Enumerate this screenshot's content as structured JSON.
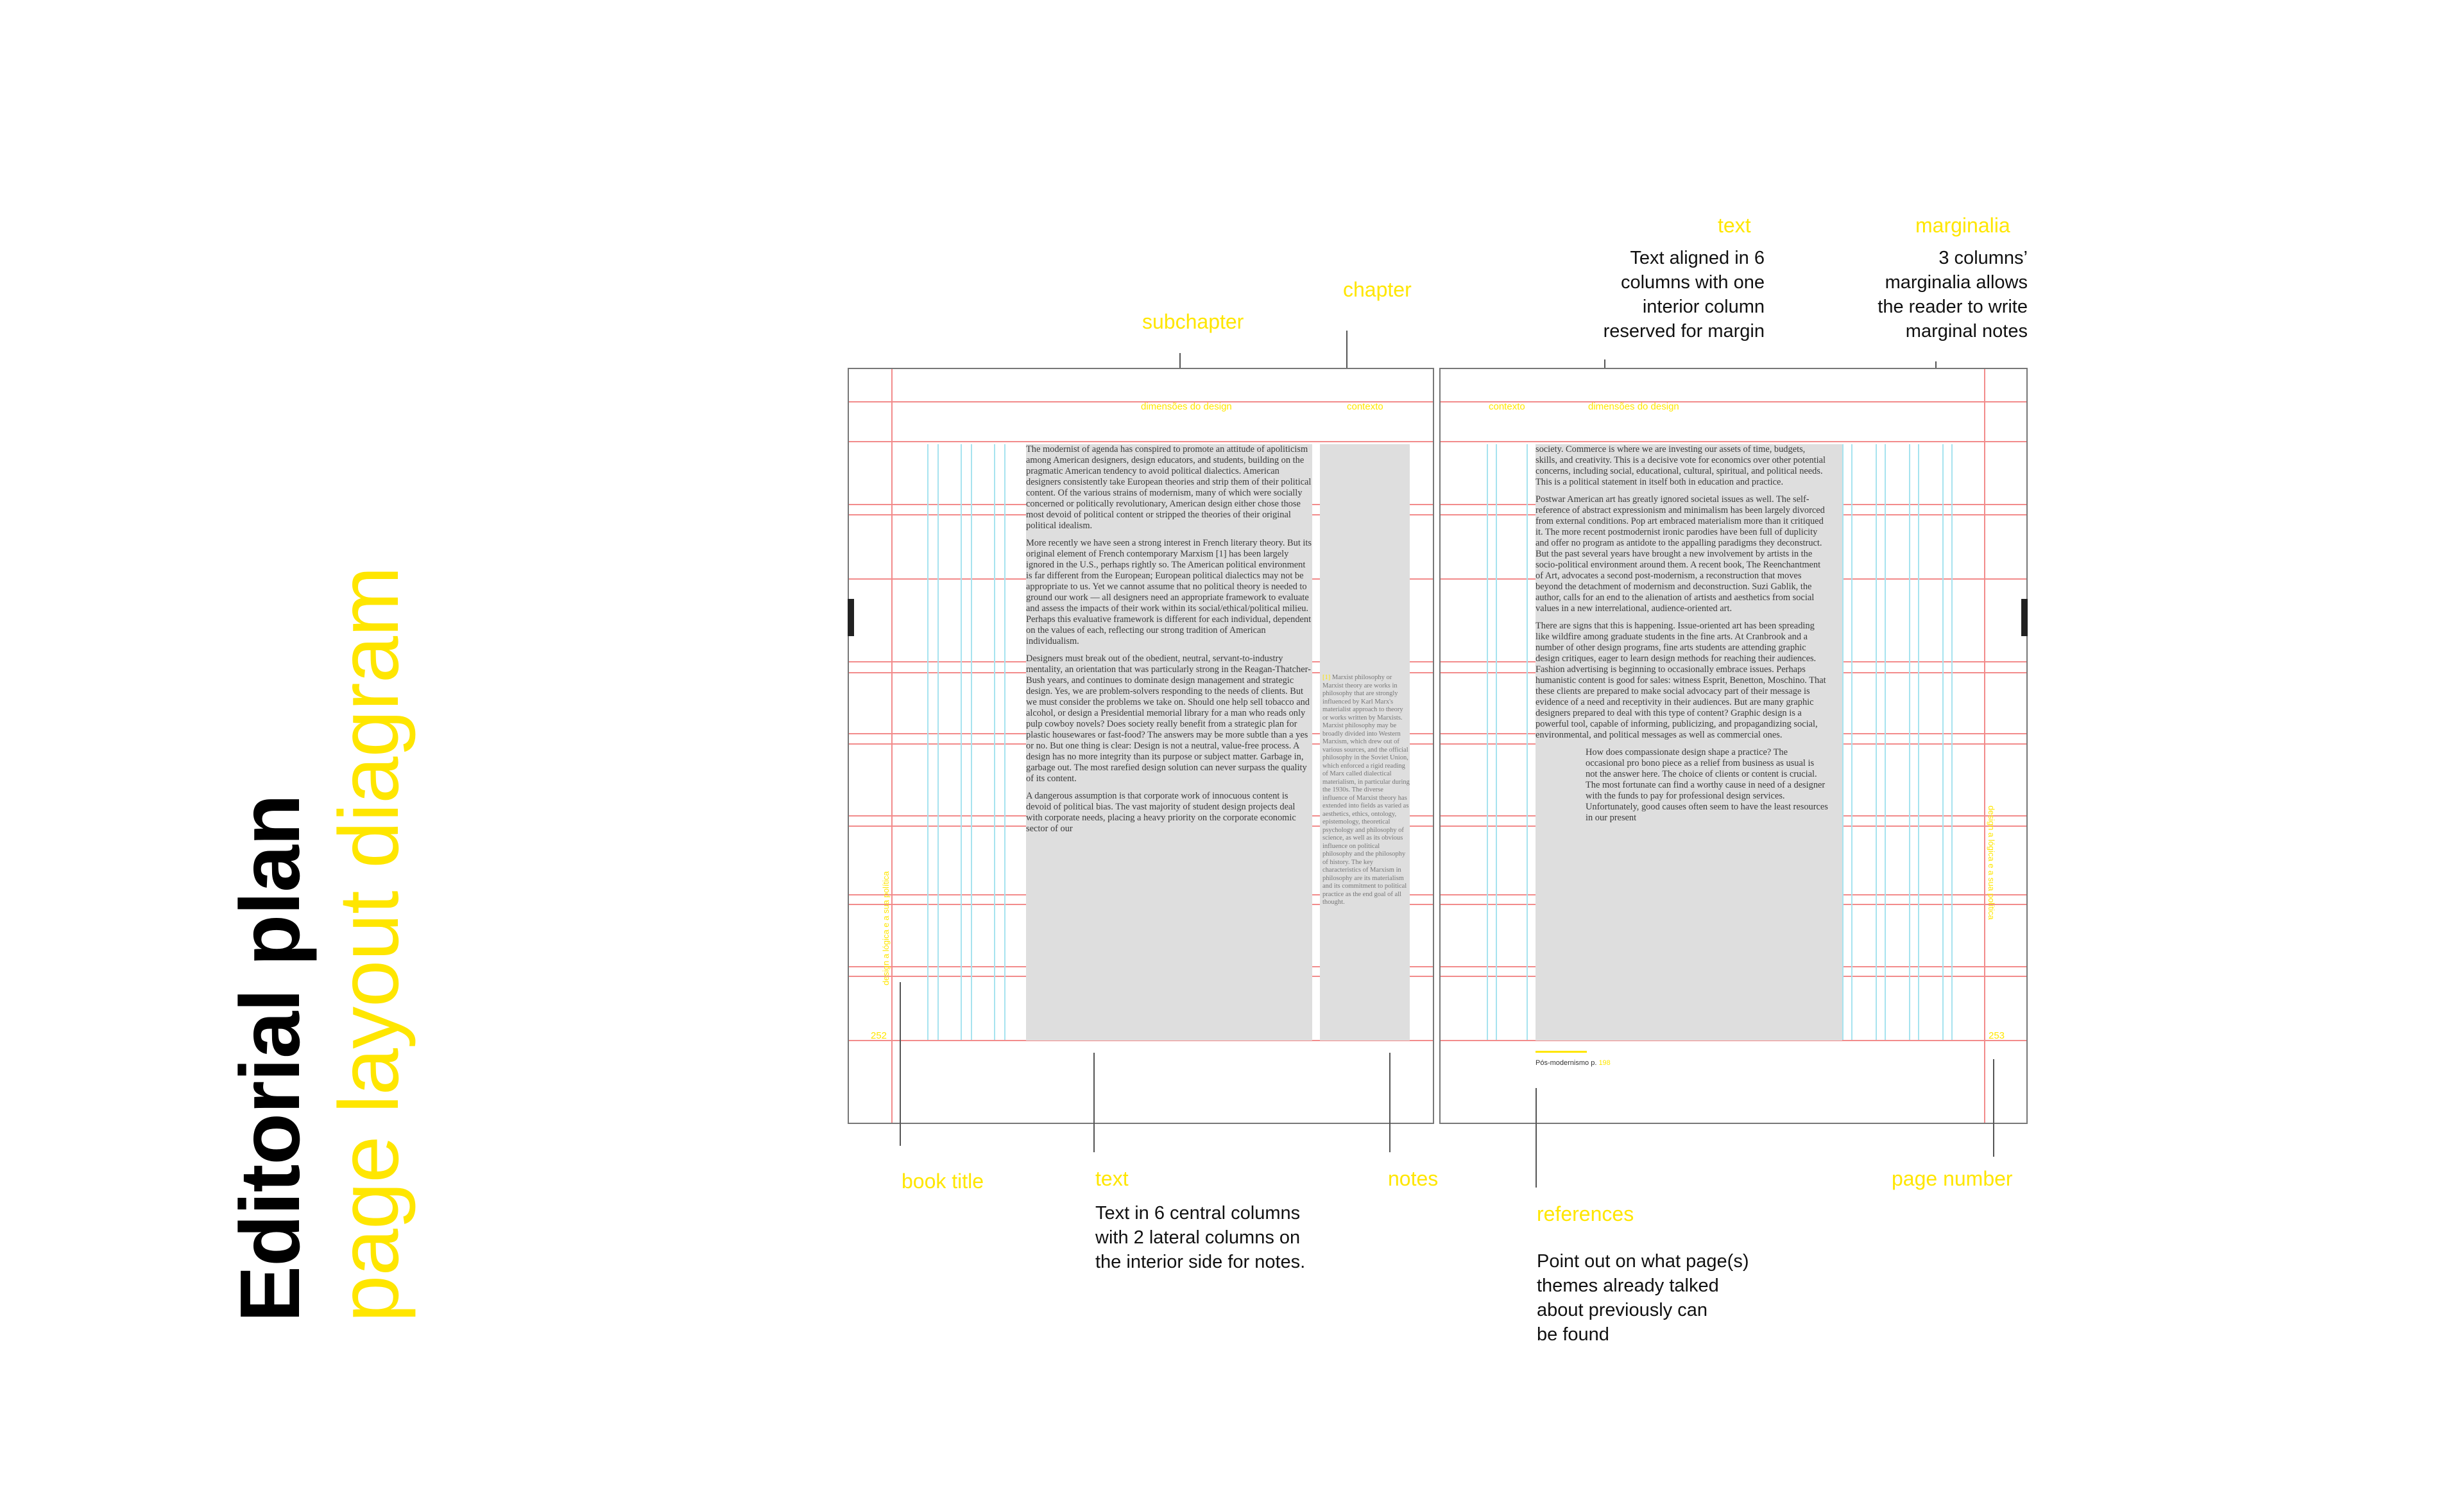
{
  "title": {
    "main": "Editorial plan",
    "sub": "page layout diagram"
  },
  "colors": {
    "accent": "#ffe600",
    "grid_red": "#f28b8b",
    "grid_cyan": "#a7e3ef",
    "text_area": "#dedede"
  },
  "labels": {
    "subchapter": "subchapter",
    "chapter": "chapter",
    "text_top": "text",
    "text_top_desc": [
      "Text aligned in 6",
      "columns with one",
      "interior column",
      "reserved for margin"
    ],
    "marginalia": "marginalia",
    "marginalia_desc": [
      "3 columns’",
      "marginalia allows",
      "the reader to write",
      "marginal notes"
    ],
    "book_title": "book title",
    "text_bottom": "text",
    "text_bottom_desc": [
      "Text in 6 central columns",
      "with 2 lateral columns on",
      "the interior side for notes."
    ],
    "notes": "notes",
    "references": "references",
    "references_desc": [
      "Point out on what page(s)",
      "themes already talked",
      "about previously can",
      "be found"
    ],
    "page_number": "page number"
  },
  "spread": {
    "left_running_head": "dimensões do design",
    "left_chapter_head": "contexto",
    "right_chapter_head": "contexto",
    "right_running_head": "dimensões do design",
    "left_page_number": "252",
    "right_page_number": "253",
    "left_book_title": "design a lógica e a sua política",
    "right_book_title": "design a lógica e a sua política",
    "reference_text": "Pós-modernismo p.",
    "reference_page": "198",
    "footnote_marker": "[1]",
    "left_paragraphs": [
      "The modernist of agenda has conspired to promote an attitude of apoliticism among American designers, design educators, and students, building on the pragmatic American tendency to avoid political dialectics. American designers consistently take European theories and strip them of their political content. Of the various strains of modernism, many of which were socially concerned or politically revolutionary, American design either chose those most devoid of political content or stripped the theories of their original political idealism.",
      "More recently we have seen a strong interest in French literary theory. But its original element of French contemporary Marxism [1] has been largely ignored in the U.S., perhaps rightly so. The American political environment is far different from the European; European political dialectics may not be appropriate to us. Yet we cannot assume that no political theory is needed to ground our work — all designers need an appropriate framework to evaluate and assess the impacts of their work within its social/ethical/political milieu. Perhaps this evaluative framework is different for each individual, dependent on the values of each, reflecting our strong tradition of American individualism.",
      "Designers must break out of the obedient, neutral, servant-to-industry mentality, an orientation that was particularly strong in the Reagan-Thatcher-Bush years, and continues to dominate design management and strategic design. Yes, we are problem-solvers responding to the needs of clients. But we must consider the problems we take on. Should one help sell tobacco and alcohol, or design a Presidential memorial library for a man who reads only pulp cowboy novels? Does society really benefit from a strategic plan for plastic housewares or fast-food? The answers may be more subtle than a yes or no. But one thing is clear: Design is not a neutral, value-free process. A design has no more integrity than its purpose or subject matter. Garbage in, garbage out. The most rarefied design solution can never surpass the quality of its content.",
      "A dangerous assumption is that corporate work of innocuous content is devoid of political bias. The vast majority of student design projects deal with corporate needs, placing a heavy priority on the corporate economic sector of our"
    ],
    "note_text": "Marxist philosophy or Marxist theory are works in philosophy that are strongly influenced by Karl Marx's materialist approach to theory or works written by Marxists. Marxist philosophy may be broadly divided into Western Marxism, which drew out of various sources, and the official philosophy in the Soviet Union, which enforced a rigid reading of Marx called dialectical materialism, in particular during the 1930s. The diverse influence of Marxist theory has extended into fields as varied as aesthetics, ethics, ontology, epistemology, theoretical psychology and philosophy of science, as well as its obvious influence on political philosophy and the philosophy of history. The key characteristics of Marxism in philosophy are its materialism and its commitment to political practice as the end goal of all thought.",
    "right_paragraphs": [
      "society. Commerce is where we are investing our assets of time, budgets, skills, and creativity. This is a decisive vote for economics over other potential concerns, including social, educational, cultural, spiritual, and political needs. This is a political statement in itself both in education and practice.",
      "Postwar American art has greatly ignored societal issues as well. The self-reference of abstract expressionism and minimalism has been largely divorced from external conditions. Pop art embraced materialism more than it critiqued it. The more recent postmodernist ironic parodies have been full of duplicity and offer no program as antidote to the appalling paradigms they deconstruct. But the past several years have brought a new involvement by artists in the socio-political environment around them. A recent book, The Reenchantment of Art, advocates a second post-modernism, a reconstruction that moves beyond the detachment of modernism and deconstruction. Suzi Gablik, the author, calls for an end to the alienation of artists and aesthetics from social values in a new interrelational, audience-oriented art.",
      "There are signs that this is happening. Issue-oriented art has been spreading like wildfire among graduate students in the fine arts. At Cranbrook and a number of other design programs, fine arts students are attending graphic design critiques, eager to learn design methods for reaching their audiences. Fashion advertising is beginning to occasionally embrace issues. Perhaps humanistic content is good for sales: witness Esprit, Benetton, Moschino. That these clients are prepared to make social advocacy part of their message is evidence of a need and receptivity in their audiences. But are many graphic designers prepared to deal with this type of content? Graphic design is a powerful tool, capable of informing, publicizing, and propagandizing social, environmental, and political messages as well as commercial ones."
    ],
    "right_quote": "How does compassionate design shape a practice? The occasional pro bono piece as a relief from business as usual is not the answer here. The choice of clients or content is crucial. The most fortunate can find a worthy cause in need of a designer with the funds to pay for professional design services. Unfortunately, good causes often seem to have the least resources in our present"
  }
}
